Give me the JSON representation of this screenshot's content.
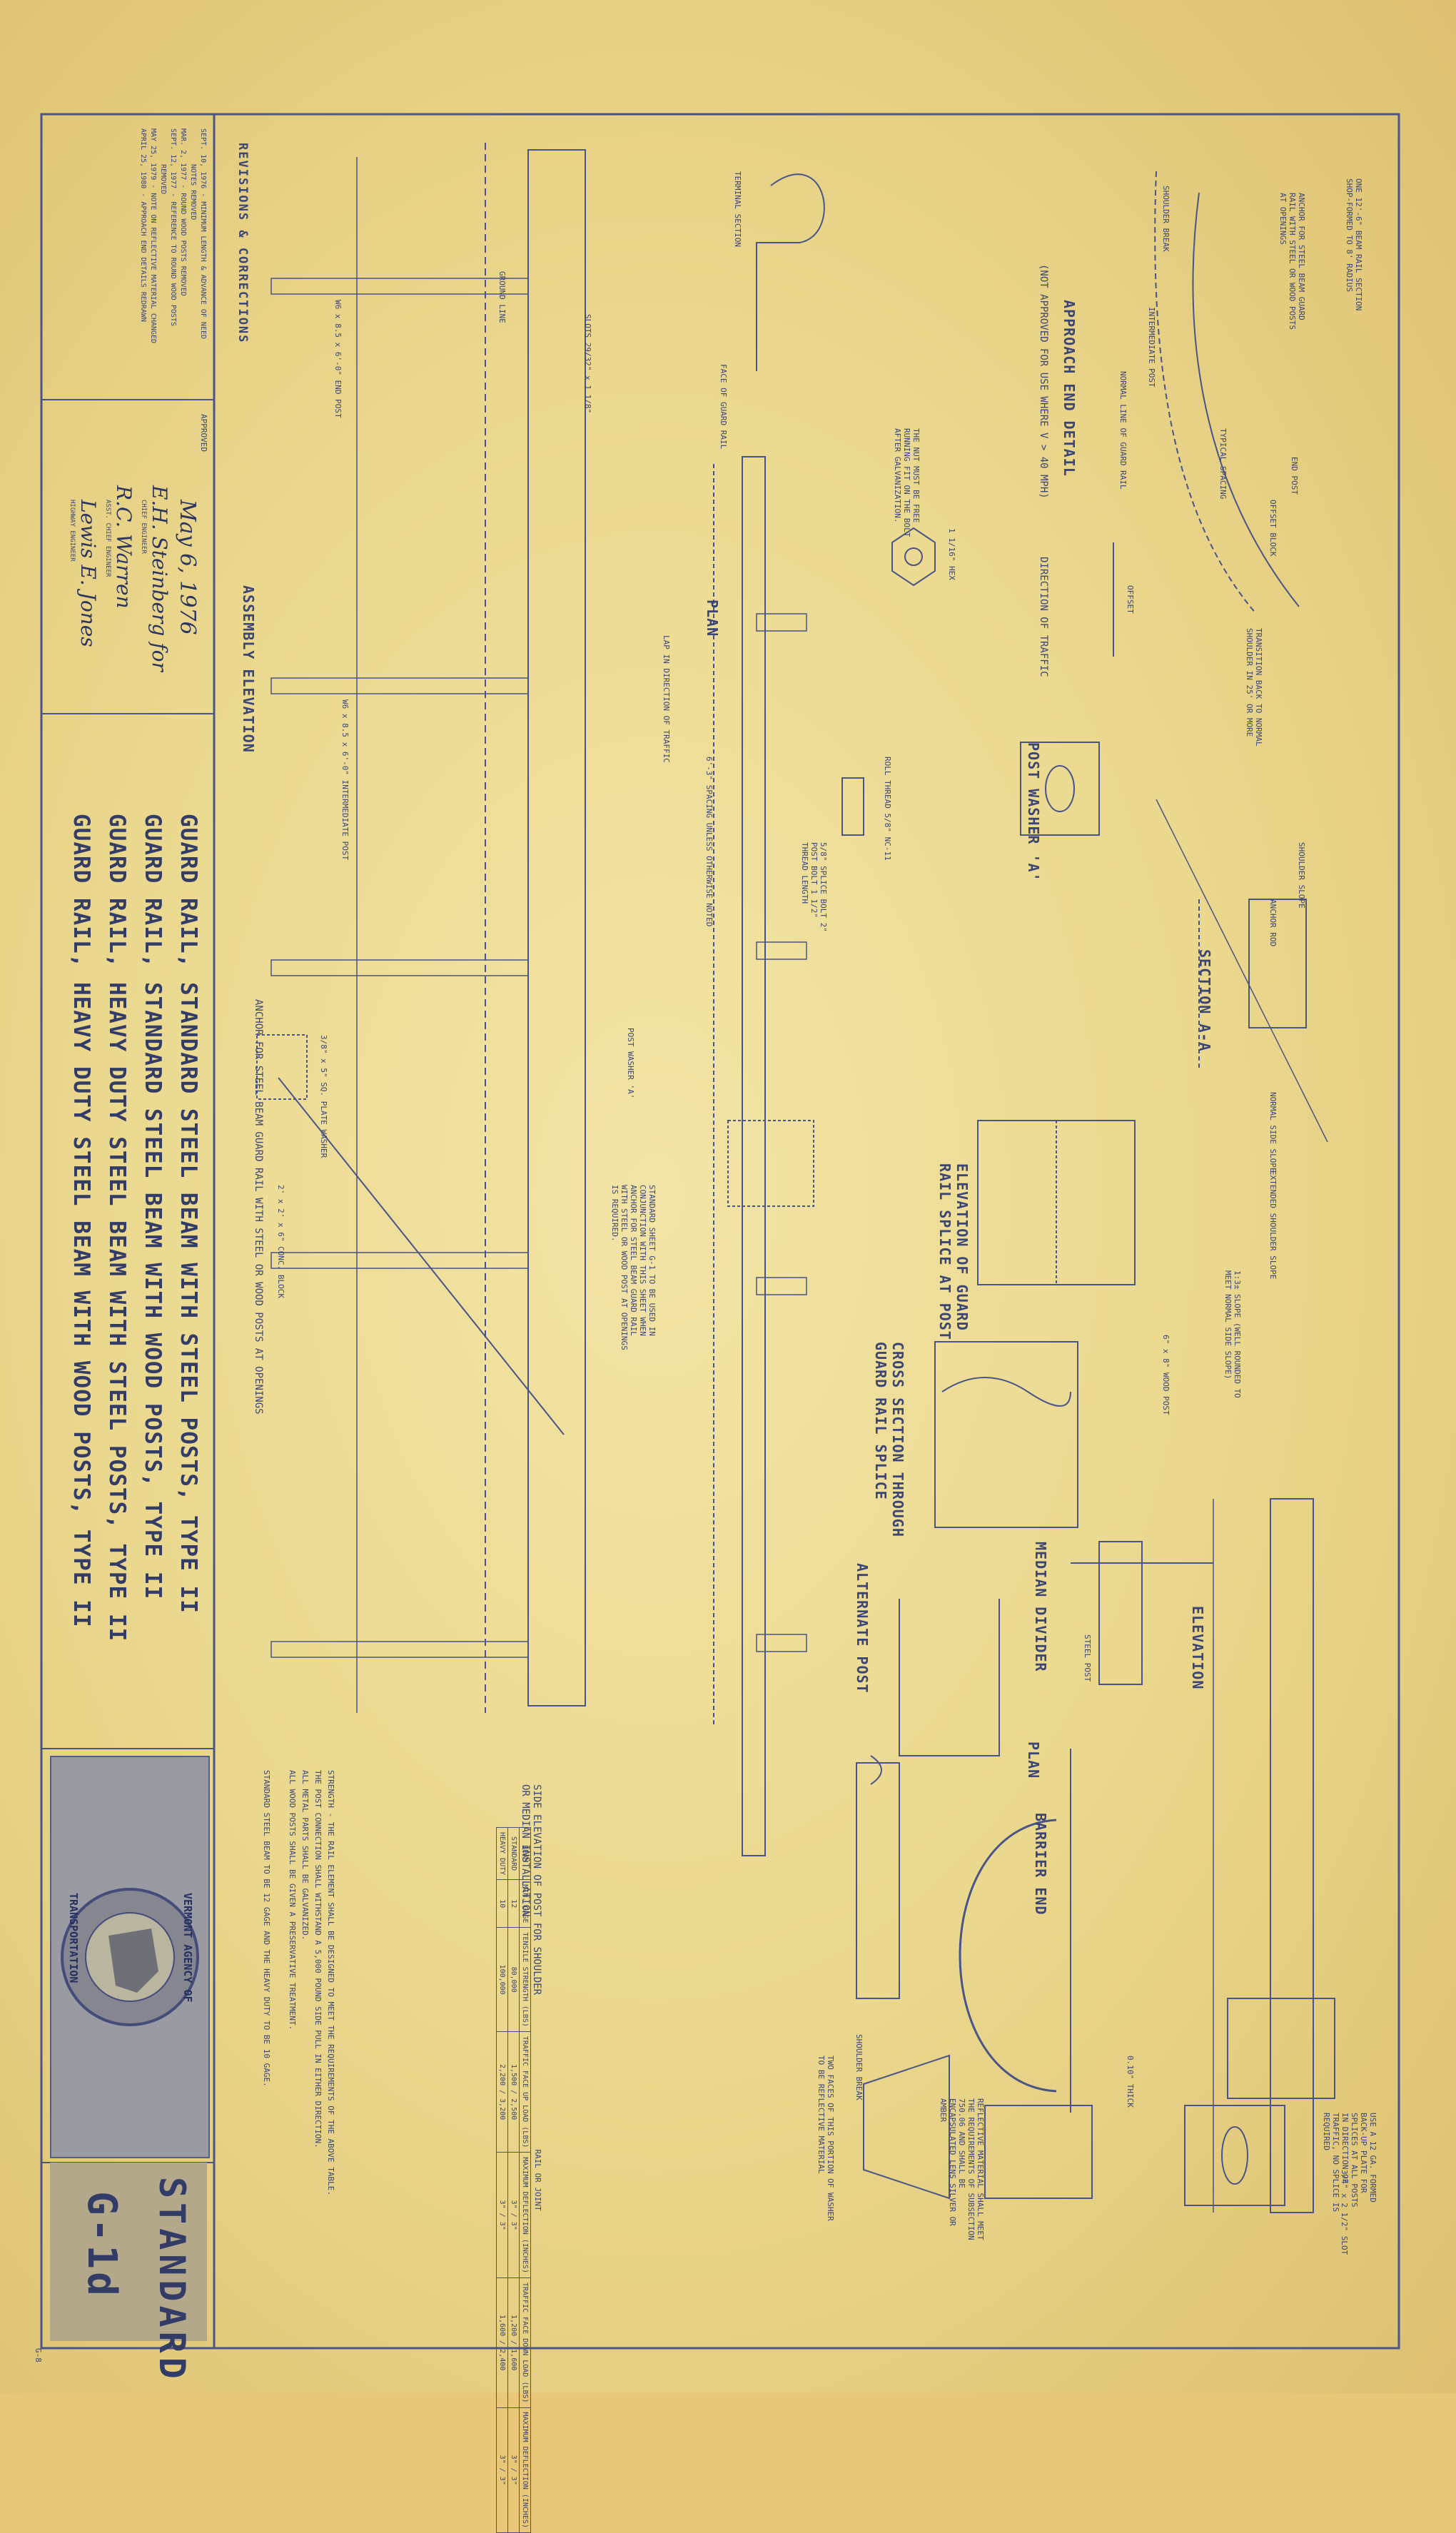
{
  "revisions": {
    "title": "REVISIONS & CORRECTIONS",
    "lines": [
      "SEPT. 10, 1976 - MINIMUM LENGTH & ADVANCE OF NEED",
      "NOTES REMOVED",
      "MAR. 2, 1977 - ROUND WOOD POSTS REMOVED",
      "SEPT. 12, 1977 - REFERENCE TO ROUND WOOD POSTS",
      "REMOVED",
      "MAY 25, 1979 - NOTE ON REFLECTIVE MATERIAL CHANGED",
      "APRIL 25, 1980 - APPROACH END DETAILS REDRAWN"
    ]
  },
  "approval": {
    "label": "APPROVED",
    "date": "May 6, 1976",
    "signatures": [
      {
        "name": "E.H. Steinberg for",
        "role": "CHIEF ENGINEER"
      },
      {
        "name": "R.C. Warren",
        "role": "ASST. CHIEF ENGINEER"
      },
      {
        "name": "Lewis E. Jones",
        "role": "HIGHWAY ENGINEER"
      }
    ]
  },
  "titles": [
    "GUARD RAIL, STANDARD STEEL BEAM WITH STEEL POSTS, TYPE II",
    "GUARD RAIL, STANDARD STEEL BEAM WITH WOOD POSTS, TYPE II",
    "GUARD RAIL, HEAVY DUTY STEEL BEAM WITH STEEL POSTS, TYPE II",
    "GUARD RAIL, HEAVY DUTY STEEL BEAM WITH WOOD POSTS, TYPE II"
  ],
  "standard": {
    "label": "STANDARD",
    "number": "G-1d"
  },
  "logo": {
    "text_top": "VERMONT AGENCY OF",
    "text_bottom": "TRANSPORTATION"
  },
  "views": {
    "approach_end": "APPROACH END DETAIL",
    "approach_note": "(NOT APPROVED FOR USE WHERE V > 40 MPH)",
    "direction": "DIRECTION OF TRAFFIC",
    "section_aa": "SECTION A-A",
    "post_washer": "POST WASHER 'A'",
    "plan": "PLAN",
    "assembly": "ASSEMBLY ELEVATION",
    "elev_splice": "ELEVATION OF GUARD RAIL SPLICE AT POST",
    "cross_section": "CROSS SECTION THROUGH GUARD RAIL SPLICE",
    "median": "MEDIAN DIVIDER",
    "alternate_post": "ALTERNATE POST",
    "elevation": "ELEVATION",
    "barrier_end": "BARRIER END",
    "plan2": "PLAN",
    "side_elev": "SIDE ELEVATION OF POST FOR SHOULDER OR MEDIAN INSTALLATION",
    "anchor": "ANCHOR FOR STEEL BEAM GUARD RAIL WITH STEEL OR WOOD POSTS AT OPENINGS"
  },
  "labels": {
    "shoulder_break": "SHOULDER BREAK",
    "intermediate_post": "INTERMEDIATE POST",
    "normal_line": "NORMAL LINE OF GUARD RAIL",
    "end_post": "END POST",
    "offset_block": "OFFSET BLOCK",
    "offset": "OFFSET",
    "transition": "TRANSITION BACK TO NORMAL SHOULDER IN 25' OR MORE",
    "one_beam": "ONE 12'-6\" BEAM RAIL SECTION SHOP-FORMED TO 8' RADIUS",
    "anchor_note": "ANCHOR FOR STEEL BEAM GUARD RAIL WITH STEEL OR WOOD POSTS AT OPENINGS",
    "typical_spacing": "TYPICAL SPACING",
    "extended_shoulder": "EXTENDED SHOULDER SLOPE",
    "slope": "1:3± SLOPE (WELL ROUNDED TO MEET NORMAL SIDE SLOPE)",
    "normal_side_slope": "NORMAL SIDE SLOPE",
    "shoulder_slope": "SHOULDER SLOPE",
    "anchor_rod": "ANCHOR ROD",
    "ground_line": "GROUND LINE",
    "face_of_guard_rail": "FACE OF GUARD RAIL",
    "slots": "SLOTS 29/32\" x 1 1/8\"",
    "terminal_section": "TERMINAL SECTION",
    "end_post_size": "W6 x 8.5 x 6'-0\" END POST",
    "int_post_size": "W6 x 8.5 x 6'-0\" INTERMEDIATE POST",
    "lap": "LAP IN DIRECTION OF TRAFFIC",
    "spacing": "6'-3\" SPACING UNLESS OTHERWISE NOTED",
    "nut_note": "THE NUT MUST BE FREE RUNNING FIT ON THE BOLT AFTER GALVANIZATION.",
    "hex": "1 1/16\" HEX",
    "splice_bolt": "5/8\" SPLICE BOLT 2\" POST BOLT 1 1/2\" THREAD LENGTH",
    "roll_thread": "ROLL THREAD 5/8\" NC-11",
    "standard_note": "STANDARD SHEET G-1 TO BE USED IN CONJUNCTION WITH THIS SHEET WHEN ANCHOR FOR STEEL BEAM GUARD RAIL WITH STEEL OR WOOD POST AT OPENINGS IS REQUIRED.",
    "plate_washer": "3/8\" x 5\" SQ. PLATE WASHER",
    "conc_block": "2' x 2' x 6\" CONC. BLOCK",
    "post_washer_a": "POST WASHER 'A'",
    "wood_post": "6\" x 8\" WOOD POST",
    "steel_post": "STEEL POST",
    "shoulder_break2": "SHOULDER BREAK",
    "reflect_note": "REFLECTIVE MATERIAL SHALL MEET THE REQUIREMENTS OF SUBSECTION 750.06 AND SHALL BE ENCAPSULATED LENS SILVER OR AMBER",
    "two_faces": "TWO FACES OF THIS PORTION OF WASHER TO BE REFLECTIVE MATERIAL",
    "thick": "0.10\" THICK",
    "slot": "3/4\" x 2 1/2\" SLOT",
    "use_a": "USE A 12 GA. FORMED BACK-UP PLATE FOR SPLICES AT ALL POSTS IN DIRECTION OF TRAFFIC, NO SPLICE IS REQUIRED"
  },
  "table": {
    "title": "RAIL OR JOINT",
    "headers": [
      "BEAM",
      "MIN. GAGE",
      "TENSILE STRENGTH (LBS)",
      "TRAFFIC FACE UP LOAD (LBS)",
      "MAXIMUM DEFLECTION (INCHES)",
      "TRAFFIC FACE DOWN LOAD (LBS)",
      "MAXIMUM DEFLECTION (INCHES)"
    ],
    "rows": [
      [
        "STANDARD",
        "12",
        "80,000",
        "1,500 / 2,500",
        "3\" / 3\"",
        "1,200 / 1,600",
        "3\" / 3\""
      ],
      [
        "HEAVY DUTY",
        "10",
        "100,000",
        "2,200 / 3,200",
        "3\" / 3\"",
        "1,600 / 2,400",
        "3\" / 3\""
      ]
    ],
    "notes": [
      "STRENGTH - THE RAIL ELEMENT SHALL BE DESIGNED TO MEET THE REQUIREMENTS OF THE ABOVE TABLE.",
      "THE POST CONNECTION SHALL WITHSTAND A 5,000 POUND SIDE PULL IN EITHER DIRECTION.",
      "ALL METAL PARTS SHALL BE GALVANIZED.",
      "ALL WOOD POSTS SHALL BE GIVEN A PRESERVATIVE TREATMENT.",
      "STANDARD STEEL BEAM TO BE 12 GAGE AND THE HEAVY DUTY TO BE 10 GAGE."
    ]
  },
  "sheet_no": "G-8"
}
